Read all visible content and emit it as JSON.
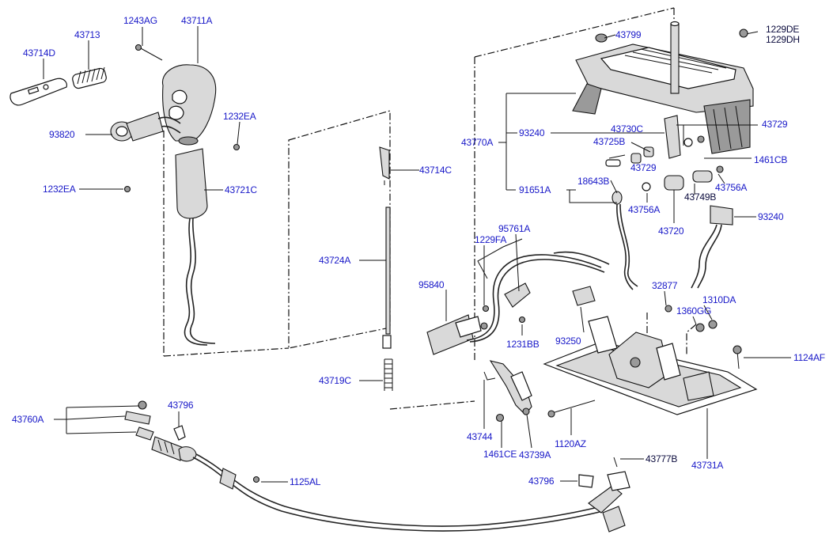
{
  "diagram": {
    "labels": [
      {
        "id": "43711A",
        "text": "43711A"
      },
      {
        "id": "1243AG",
        "text": "1243AG"
      },
      {
        "id": "43713",
        "text": "43713"
      },
      {
        "id": "43714D",
        "text": "43714D"
      },
      {
        "id": "93820",
        "text": "93820"
      },
      {
        "id": "1232EA_top",
        "text": "1232EA"
      },
      {
        "id": "1232EA_left",
        "text": "1232EA"
      },
      {
        "id": "43721C",
        "text": "43721C"
      },
      {
        "id": "43714C",
        "text": "43714C"
      },
      {
        "id": "43724A",
        "text": "43724A"
      },
      {
        "id": "43719C",
        "text": "43719C"
      },
      {
        "id": "43760A",
        "text": "43760A"
      },
      {
        "id": "43796_left",
        "text": "43796"
      },
      {
        "id": "1125AL",
        "text": "1125AL"
      },
      {
        "id": "43799",
        "text": "43799"
      },
      {
        "id": "1229DE",
        "text": "1229DE"
      },
      {
        "id": "1229DH",
        "text": "1229DH"
      },
      {
        "id": "93240_top",
        "text": "93240"
      },
      {
        "id": "43770A",
        "text": "43770A"
      },
      {
        "id": "91651A",
        "text": "91651A"
      },
      {
        "id": "43730C",
        "text": "43730C"
      },
      {
        "id": "43725B",
        "text": "43725B"
      },
      {
        "id": "43729_right",
        "text": "43729"
      },
      {
        "id": "43729_mid",
        "text": "43729"
      },
      {
        "id": "1461CB",
        "text": "1461CB"
      },
      {
        "id": "18643B",
        "text": "18643B"
      },
      {
        "id": "43756A_right",
        "text": "43756A"
      },
      {
        "id": "43749B",
        "text": "43749B"
      },
      {
        "id": "43756A_left",
        "text": "43756A"
      },
      {
        "id": "93240_right",
        "text": "93240"
      },
      {
        "id": "43720",
        "text": "43720"
      },
      {
        "id": "95761A",
        "text": "95761A"
      },
      {
        "id": "1229FA",
        "text": "1229FA"
      },
      {
        "id": "95840",
        "text": "95840"
      },
      {
        "id": "32877",
        "text": "32877"
      },
      {
        "id": "1310DA",
        "text": "1310DA"
      },
      {
        "id": "1360GG",
        "text": "1360GG"
      },
      {
        "id": "1231BB",
        "text": "1231BB"
      },
      {
        "id": "93250",
        "text": "93250"
      },
      {
        "id": "1124AF",
        "text": "1124AF"
      },
      {
        "id": "43744",
        "text": "43744"
      },
      {
        "id": "1461CE",
        "text": "1461CE"
      },
      {
        "id": "43739A",
        "text": "43739A"
      },
      {
        "id": "1120AZ",
        "text": "1120AZ"
      },
      {
        "id": "43731A",
        "text": "43731A"
      },
      {
        "id": "43777B",
        "text": "43777B"
      },
      {
        "id": "43796_bottom",
        "text": "43796"
      }
    ]
  }
}
